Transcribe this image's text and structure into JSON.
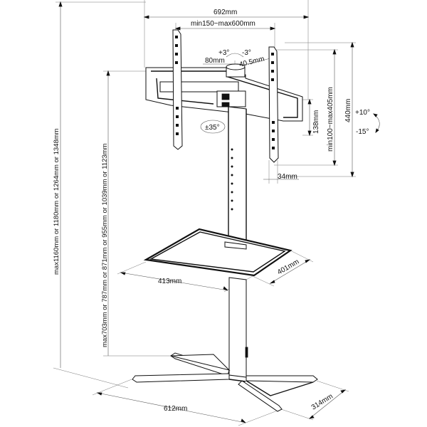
{
  "dimensions": {
    "overall_width": "692mm",
    "vesa_horizontal": "min150~max600mm",
    "tilt_up": "+3°",
    "tilt_down": "-3°",
    "offset_80": "80mm",
    "offset_40": "40.5mm",
    "bracket_height": "138mm",
    "vesa_vertical": "min100~max405mm",
    "overall_height": "440mm",
    "tilt_plus": "+10°",
    "tilt_minus": "-15°",
    "swivel": "±35°",
    "depth_arm": "34mm",
    "shelf_height_range": "max703mm or 787mm or 871mm or 955mm or 1039mm or 1123mm",
    "total_height_range": "max1160mm or 1180mm or 1264mm or 1348mm",
    "shelf_width": "413mm",
    "shelf_depth": "401mm",
    "base_width": "612mm",
    "base_depth": "314mm"
  }
}
